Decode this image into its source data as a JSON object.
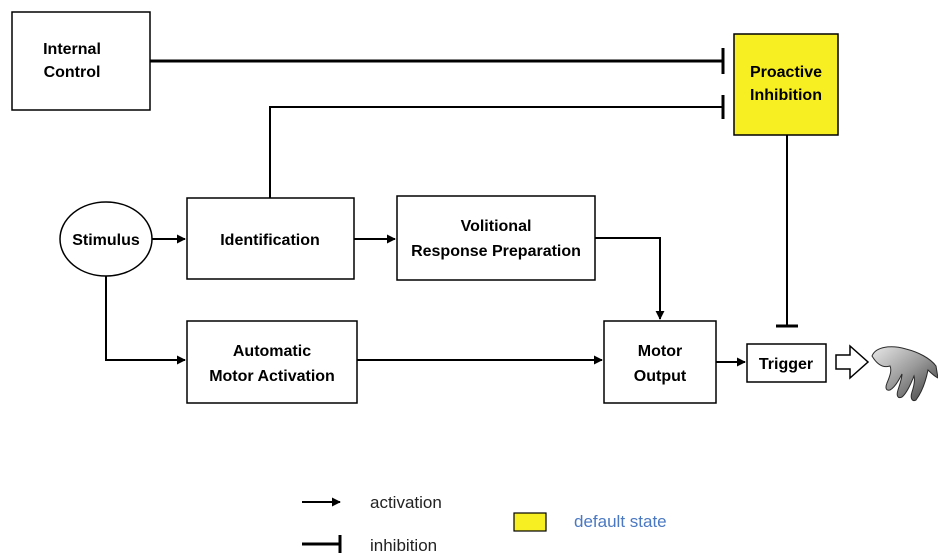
{
  "nodes": {
    "internal_control": {
      "line1": "Internal",
      "line2": "Control"
    },
    "proactive_inhibition": {
      "line1": "Proactive",
      "line2": "Inhibition"
    },
    "stimulus": {
      "label": "Stimulus"
    },
    "identification": {
      "label": "Identification"
    },
    "volitional": {
      "line1": "Volitional",
      "line2": "Response Preparation"
    },
    "automatic": {
      "line1": "Automatic",
      "line2": "Motor Activation"
    },
    "motor_output": {
      "line1": "Motor",
      "line2": "Output"
    },
    "trigger": {
      "label": "Trigger"
    }
  },
  "legend": {
    "activation": "activation",
    "inhibition": "inhibition",
    "default_state": "default state"
  },
  "colors": {
    "default_state_fill": "#f7ef22",
    "legend_text_blue": "#4a78c2",
    "stroke": "#000000"
  },
  "icons": {
    "output_arrow": "hollow-arrow-icon",
    "hand": "hand-icon"
  }
}
